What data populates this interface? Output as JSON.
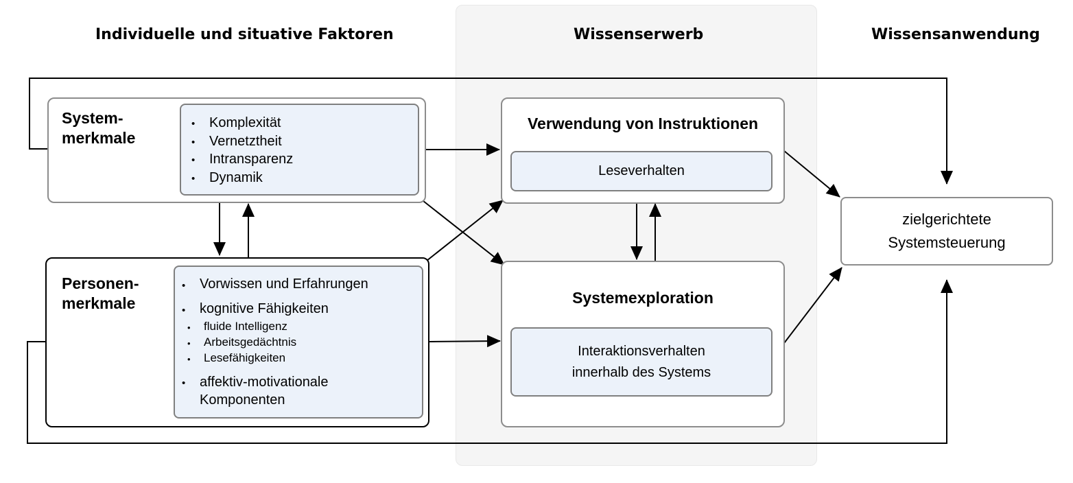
{
  "headers": {
    "individual": "Individuelle und situative Faktoren",
    "acquisition": "Wissenserwerb",
    "application": "Wissensanwendung"
  },
  "system_features": {
    "title_line1": "System-",
    "title_line2": "merkmale",
    "items": [
      "Komplexität",
      "Vernetztheit",
      "Intransparenz",
      "Dynamik"
    ]
  },
  "person_features": {
    "title_line1": "Personen-",
    "title_line2": "merkmale",
    "item1": "Vorwissen und Erfahrungen",
    "item2": "kognitive Fähigkeiten",
    "sub_items": [
      "fluide Intelligenz",
      "Arbeitsgedächtnis",
      "Lesefähigkeiten"
    ],
    "item3_line1": "affektiv-motivationale",
    "item3_line2": "Komponenten"
  },
  "instructions": {
    "title": "Verwendung von Instruktionen",
    "inner": "Leseverhalten"
  },
  "exploration": {
    "title": "Systemexploration",
    "inner_line1": "Interaktionsverhalten",
    "inner_line2": "innerhalb des Systems"
  },
  "outcome": {
    "line1": "zielgerichtete",
    "line2": "Systemsteuerung"
  },
  "colors": {
    "panel_bg": "#f5f5f5",
    "inner_fill": "#ecf2fa",
    "inner_border": "#7f7f7f",
    "line": "#000000"
  }
}
